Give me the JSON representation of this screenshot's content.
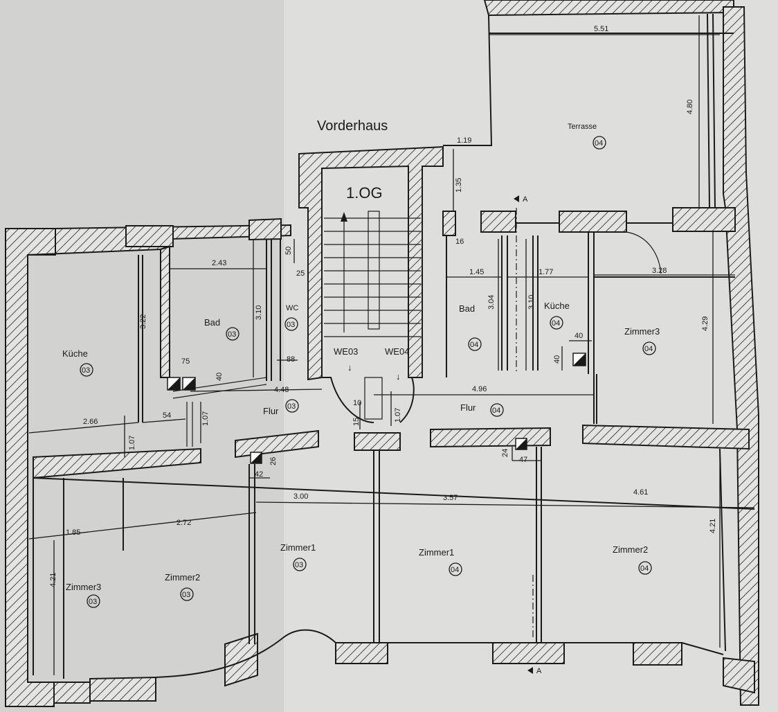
{
  "title": "Vorderhaus",
  "floor": "1.OG",
  "units": {
    "we03": "WE03",
    "we04": "WE04"
  },
  "rooms": {
    "kueche03": {
      "name": "Küche",
      "no": "03"
    },
    "bad03": {
      "name": "Bad",
      "no": "03"
    },
    "wc03": {
      "name": "WC",
      "no": "03"
    },
    "flur03": {
      "name": "Flur",
      "no": "03"
    },
    "zimmer3_03": {
      "name": "Zimmer3",
      "no": "03"
    },
    "zimmer2_03": {
      "name": "Zimmer2",
      "no": "03"
    },
    "zimmer1_03": {
      "name": "Zimmer1",
      "no": "03"
    },
    "terrasse04": {
      "name": "Terrasse",
      "no": "04"
    },
    "bad04": {
      "name": "Bad",
      "no": "04"
    },
    "kueche04": {
      "name": "Küche",
      "no": "04"
    },
    "zimmer3_04": {
      "name": "Zimmer3",
      "no": "04"
    },
    "flur04": {
      "name": "Flur",
      "no": "04"
    },
    "zimmer1_04": {
      "name": "Zimmer1",
      "no": "04"
    },
    "zimmer2_04": {
      "name": "Zimmer2",
      "no": "04"
    }
  },
  "dims": {
    "d551": "5.51",
    "d480": "4.80",
    "d119": "1.19",
    "d135": "1.35",
    "d243": "2.43",
    "d310a": "3.10",
    "d322": "3.22",
    "d50": "50",
    "d25": "25",
    "d75": "75",
    "d40a": "40",
    "d88": "88",
    "d448": "4.48",
    "d266": "2.66",
    "d54": "54",
    "d107a": "1.07",
    "d107b": "1.07",
    "d107c": "1.07",
    "d10": "10",
    "d15": "15",
    "d145": "1.45",
    "d177": "1.77",
    "d304": "3.04",
    "d310b": "3.10",
    "d328": "3.28",
    "d429": "4.29",
    "d40b": "40",
    "d40c": "40",
    "d496": "4.96",
    "d24": "24",
    "d47": "47",
    "d42": "42",
    "d26": "26",
    "d300": "3.00",
    "d357": "3.57",
    "d461": "4.61",
    "d185": "1.85",
    "d272": "2.72",
    "d421a": "4.21",
    "d421b": "4.21",
    "d16": "16"
  },
  "section_marker": "A"
}
